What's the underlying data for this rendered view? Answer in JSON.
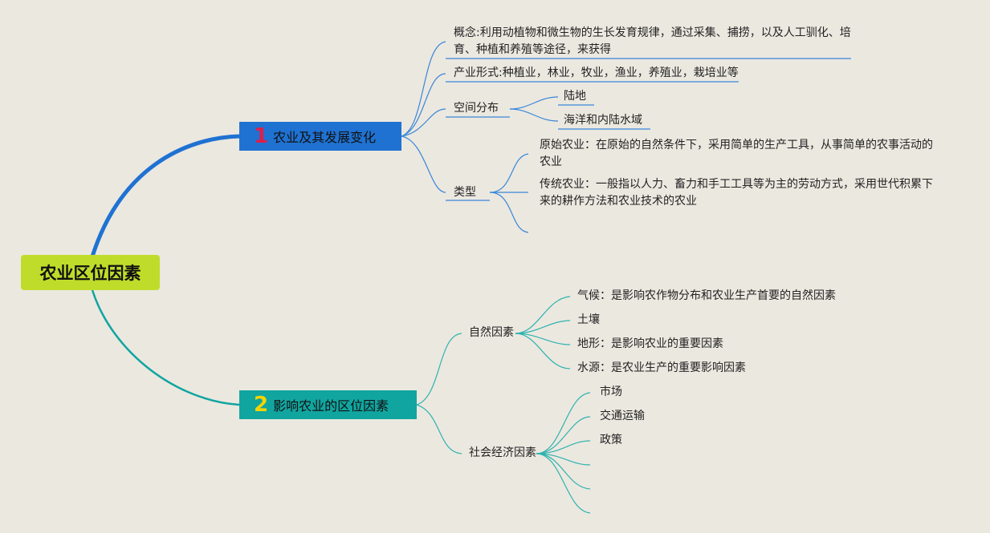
{
  "colors": {
    "background": "#ebe8e0",
    "root": "#c0dc2a",
    "branch1": "#1f72d2",
    "branch2": "#11a5a0",
    "badge1": "#e11d48",
    "badge2": "#f5d400"
  },
  "root": {
    "label": "农业区位因素"
  },
  "branch1": {
    "number": "1",
    "label": "农业及其发展变化",
    "concept": "概念:利用动植物和微生物的生长发育规律，通过采集、捕捞，以及人工驯化、培育、种植和养殖等途径，来获得",
    "forms": "产业形式:种植业，林业，牧业，渔业，养殖业，栽培业等",
    "distribution": {
      "label": "空间分布",
      "items": [
        "陆地",
        "海洋和内陆水域"
      ]
    },
    "types": {
      "label": "类型",
      "items": [
        "原始农业：在原始的自然条件下，采用简单的生产工具，从事简单的农事活动的农业",
        "传统农业：一般指以人力、畜力和手工工具等为主的劳动方式，采用世代积累下来的耕作方法和农业技术的农业",
        ""
      ]
    }
  },
  "branch2": {
    "number": "2",
    "label": "影响农业的区位因素",
    "natural": {
      "label": "自然因素",
      "items": [
        "气候：是影响农作物分布和农业生产首要的自然因素",
        "土壤",
        "地形：是影响农业的重要因素",
        "水源：是农业生产的重要影响因素"
      ]
    },
    "social": {
      "label": "社会经济因素",
      "items": [
        "市场",
        "交通运输",
        "政策",
        "",
        "",
        ""
      ]
    }
  }
}
